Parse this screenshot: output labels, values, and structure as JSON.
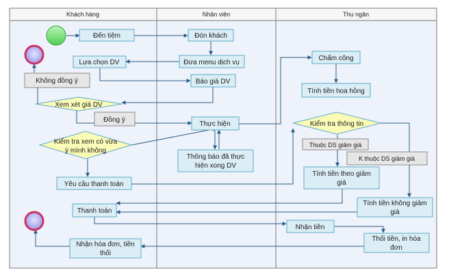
{
  "lanes": {
    "customer": "Khách hàng",
    "staff": "Nhân viên",
    "cashier": "Thu ngân"
  },
  "nodes": {
    "den_tiem": "Đến tiệm",
    "don_khach": "Đón khách",
    "dua_menu": "Đưa menu dịch vụ",
    "lua_chon": "Lựa chọn DV",
    "bao_gia": "Báo giá DV",
    "khong_dong_y": "Không đồng ý",
    "xem_xet_gia": "Xem xét giá DV",
    "dong_y": "Đồng ý",
    "thuc_hien": "Thực hiện",
    "kiem_tra_xem_1": "Kiểm tra xem có vừa",
    "kiem_tra_xem_2": "ý mình không",
    "thong_bao_1": "Thông báo đã thực",
    "thong_bao_2": "hiện xong DV",
    "yeu_cau_tt": "Yêu cầu thanh toán",
    "cham_cong": "Chấm công",
    "tinh_hoa_hong": "Tính tiền hoa hồng",
    "kiem_tra_tt": "Kiểm tra thông tin",
    "thuoc_ds": "Thuộc DS giảm giá",
    "k_thuoc_ds": "K thuộc DS giảm giá",
    "tinh_theo_gg_1": "Tính tiền theo giảm",
    "tinh_theo_gg_2": "giá",
    "tinh_khong_gg_1": "Tính tiền không giảm",
    "tinh_khong_gg_2": "giá",
    "thanh_toan": "Thanh toán",
    "nhan_tien": "Nhận tiền",
    "thoi_tien_1": "Thối tiền, in hóa",
    "thoi_tien_2": "đơn",
    "nhan_hoa_don_1": "Nhận hóa đơn, tiền",
    "nhan_hoa_don_2": "thối"
  },
  "colors": {
    "box_fill": "#dceef5",
    "box_stroke": "#5aa9c9",
    "diamond_fill": "#fbfbb8",
    "diamond_stroke": "#5aa9c9",
    "guard_fill": "#e6e6e6",
    "edge": "#2a5d86",
    "start_fill": "#7be07b",
    "end_stroke": "#cc3366",
    "end_fill": "#b9b9ee",
    "lane_bg": "#eef2fb",
    "lane_line": "#7a7a7a"
  }
}
